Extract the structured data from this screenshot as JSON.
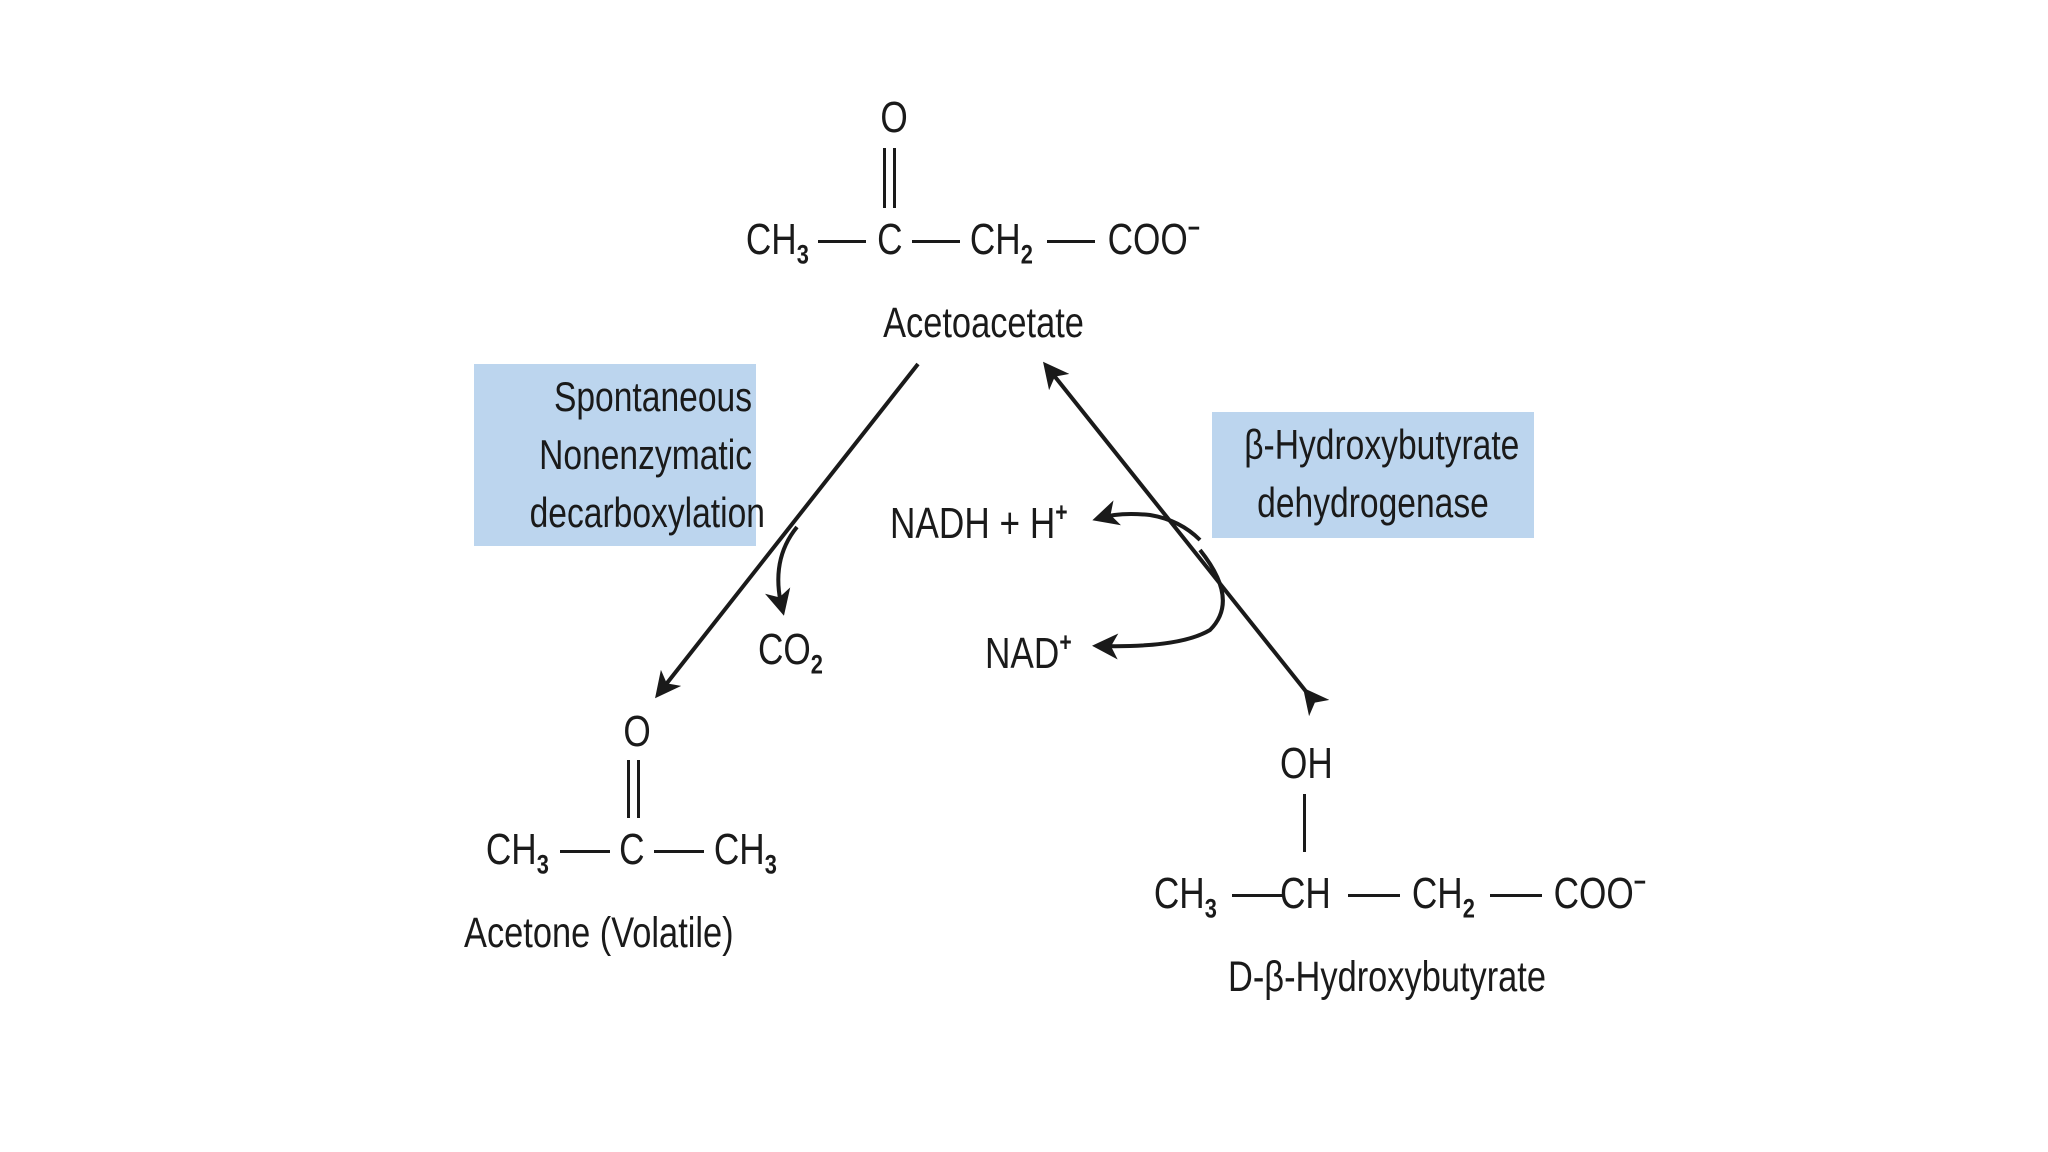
{
  "acetoacetate": {
    "oxygen": "O",
    "ch3": "CH",
    "ch3_sub": "3",
    "c": "C",
    "ch2": "CH",
    "ch2_sub": "2",
    "coo": "COO",
    "coo_sup": "−",
    "name": "Acetoacetate"
  },
  "spontaneous_box": {
    "lines": [
      "Spontaneous",
      "Nonenzymatic",
      "decarboxylation"
    ],
    "color": "#bcd5ee"
  },
  "enzyme_box": {
    "lines": [
      "β-Hydroxybutyrate",
      "dehydrogenase"
    ],
    "color": "#bcd5ee"
  },
  "cofactors": {
    "nadh": "NADH + H",
    "nadh_sup": "+",
    "nad": "NAD",
    "nad_sup": "+"
  },
  "co2": {
    "text": "CO",
    "sub": "2"
  },
  "acetone": {
    "oxygen": "O",
    "ch3_left": "CH",
    "ch3_left_sub": "3",
    "c": "C",
    "ch3_right": "CH",
    "ch3_right_sub": "3",
    "name": "Acetone (Volatile)"
  },
  "hydroxybutyrate": {
    "oh": "OH",
    "ch3": "CH",
    "ch3_sub": "3",
    "ch": "CH",
    "ch2": "CH",
    "ch2_sub": "2",
    "coo": "COO",
    "coo_sup": "−",
    "name": "D-β-Hydroxybutyrate"
  }
}
